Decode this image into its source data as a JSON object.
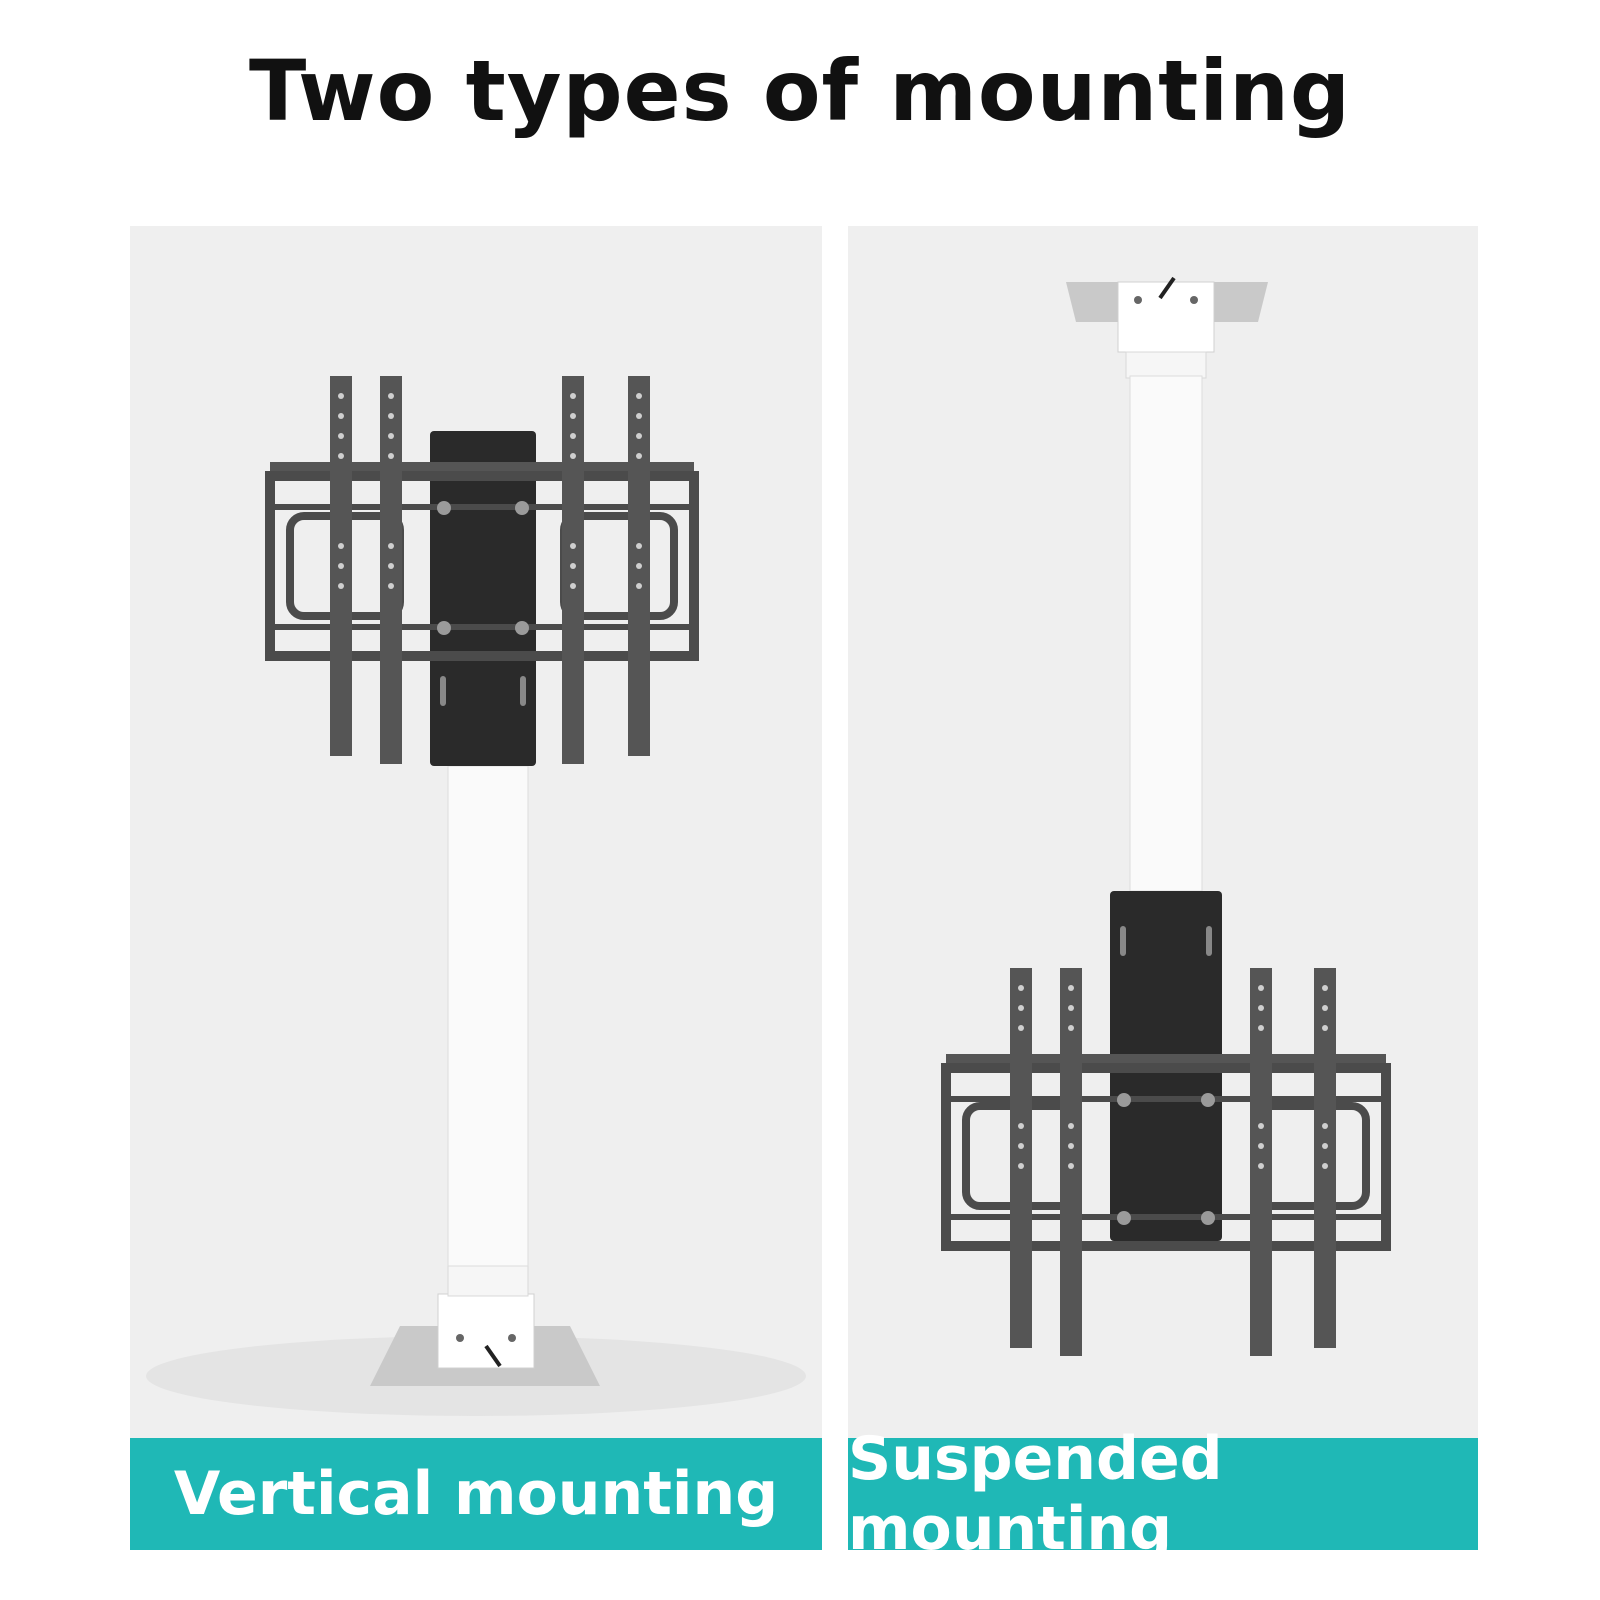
{
  "title": "Two types of mounting",
  "colors": {
    "caption_bg": "#1fb8b6",
    "panel_bg": "#efefef",
    "bracket": "#4b4b4b",
    "plate": "#2a2a2a",
    "column": "#fafafa"
  },
  "panels": [
    {
      "caption": "Vertical mounting"
    },
    {
      "caption": "Suspended mounting"
    }
  ]
}
